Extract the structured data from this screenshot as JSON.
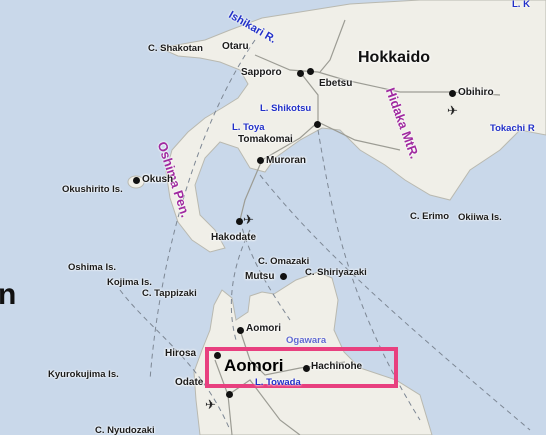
{
  "labels": {
    "hokkaido": "Hokkaido",
    "ishikari_river": "Ishikari R.",
    "c_shakotan": "C. Shakotan",
    "otaru": "Otaru",
    "sapporo": "Sapporo",
    "ebetsu": "Ebetsu",
    "hidaka_mtr": "Hidaka MtR.",
    "obihiro": "Obihiro",
    "tokachi": "Tokachi R",
    "l_shikotsu": "L. Shikotsu",
    "l_toya": "L. Toya",
    "tomakomai": "Tomakomai",
    "muroran": "Muroran",
    "oshima_pen": "Oshima Pen.",
    "okushiri": "Okushirito Is.",
    "okush": "Okush",
    "c_erimo": "C. Erimo",
    "okiiwa": "Okiiwa Is.",
    "hakodate": "Hakodate",
    "oshima_is": "Oshima Is.",
    "c_omazaki": "C. Omazaki",
    "mutsu": "Mutsu",
    "c_shiriyazaki": "C. Shiriyazaki",
    "kojima": "Kojima Is.",
    "c_tappizaki": "C. Tappizaki",
    "aomori_city": "Aomori",
    "ogawara": "Ogawara",
    "hirosaki": "Hirosa",
    "aomori_pref": "Aomori",
    "hachinohe": "Hachinohe",
    "kyurokujima": "Kyurokujima Is.",
    "odate": "Odate",
    "l_towada": "L. Towada",
    "c_nyudozaki": "C. Nyudozaki",
    "top_right": "L. K",
    "left_fragment": "n"
  },
  "icons": {
    "airport_hokkaido_east": "airplane-icon",
    "airport_hakodate": "airplane-icon",
    "airport_odate": "airplane-icon"
  },
  "colors": {
    "land": "#f0efe8",
    "sea": "#c9d8ea",
    "highlight": "#e8407f",
    "water_label": "#2230c8",
    "mountain_label": "#a02aa0"
  }
}
